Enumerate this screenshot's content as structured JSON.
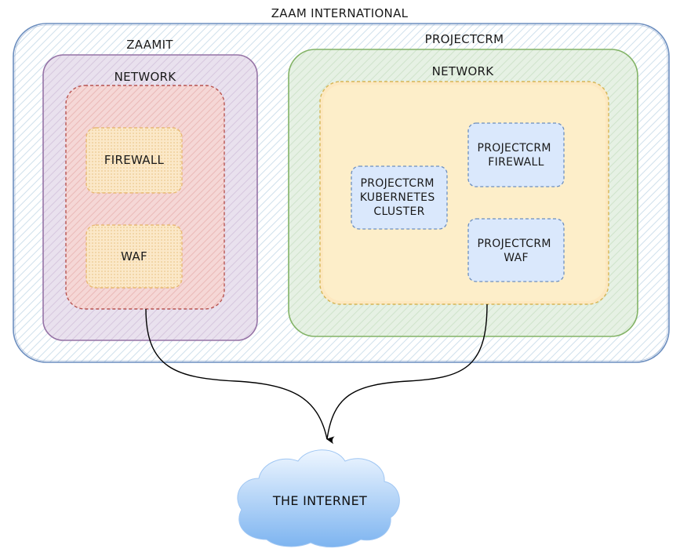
{
  "diagram": {
    "organization": {
      "title": "ZAAM INTERNATIONAL",
      "color": "#6c8ebf",
      "hatch_color": "#cfe0ec"
    },
    "zaamit": {
      "title": "ZAAMIT",
      "color": "#9673a6",
      "fill": "#e1d5e7",
      "network": {
        "title": "NETWORK",
        "color": "#b85450",
        "fill": "#f8cecc",
        "components": [
          {
            "label": "FIREWALL"
          },
          {
            "label": "WAF"
          }
        ],
        "component_color": "#d6b656",
        "component_fill": "#fff2cc"
      }
    },
    "projectcrm": {
      "title": "PROJECTCRM",
      "color": "#82b366",
      "fill": "#d5e8d4",
      "network": {
        "title": "NETWORK",
        "color": "#d6b656",
        "fill": "#fff2cc",
        "components": [
          {
            "lines": [
              "PROJECTCRM",
              "KUBERNETES",
              "CLUSTER"
            ]
          },
          {
            "lines": [
              "PROJECTCRM",
              "FIREWALL"
            ]
          },
          {
            "lines": [
              "PROJECTCRM",
              "WAF"
            ]
          }
        ],
        "component_color": "#6c8ebf",
        "component_fill": "#dae8fc"
      }
    },
    "internet": {
      "label": "THE INTERNET",
      "fill_top": "#e9f3ff",
      "fill_bottom": "#7db4f0"
    },
    "edge_color": "#000000"
  }
}
